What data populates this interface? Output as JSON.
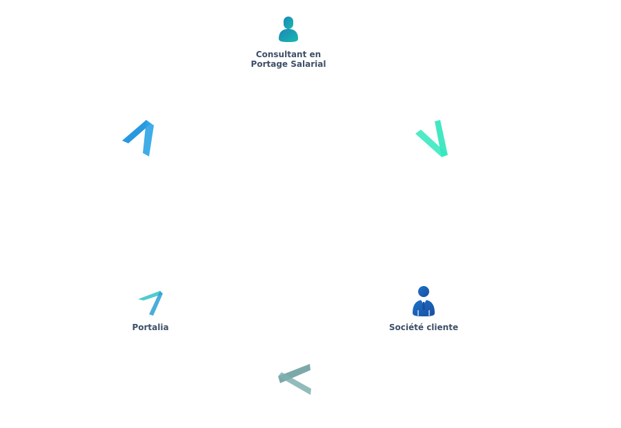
{
  "diagram": {
    "nodes": {
      "consultant": {
        "label_line1": "Consultant en",
        "label_line2": "Portage Salarial",
        "icon": "person-icon"
      },
      "portalia": {
        "label": "Portalia",
        "icon": "portalia-logo-icon"
      },
      "societe": {
        "label": "Société cliente",
        "icon": "businessman-icon"
      }
    },
    "arrows": [
      {
        "from": "portalia",
        "to": "consultant",
        "color": "#2f9fe0"
      },
      {
        "from": "consultant",
        "to": "societe",
        "color": "#2ee6b9"
      },
      {
        "from": "societe",
        "to": "portalia",
        "color": "#7aa8a8"
      }
    ]
  },
  "colors": {
    "label_text": "#3e5068",
    "person_teal": "#17a3b4",
    "businessman_blue": "#1d63b3",
    "logo_teal": "#28b9c2"
  }
}
